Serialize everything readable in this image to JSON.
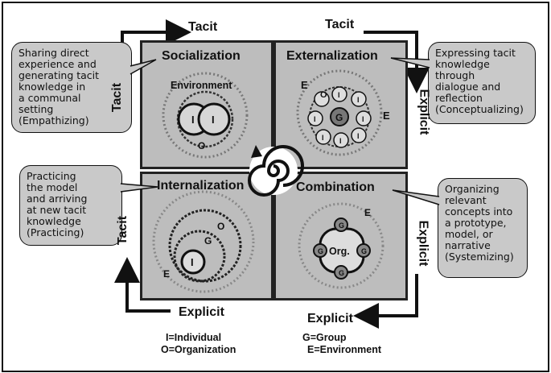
{
  "quadrants": {
    "socialization": {
      "title": "Socialization",
      "environment": "Environment",
      "i1": "I",
      "i2": "I",
      "o": "O"
    },
    "externalization": {
      "title": "Externalization",
      "e1": "E",
      "e2": "E",
      "o": "O",
      "g": "G",
      "i": "I"
    },
    "internalization": {
      "title": "Internalization",
      "o": "O",
      "g": "G",
      "i": "I",
      "e": "E"
    },
    "combination": {
      "title": "Combination",
      "e": "E",
      "org": "Org.",
      "g": "G"
    }
  },
  "callouts": {
    "socialization": [
      "Sharing direct",
      "experience and",
      "generating tacit",
      "knowledge in",
      "a communal",
      "setting",
      "(Empathizing)"
    ],
    "externalization": [
      "Expressing tacit",
      "knowledge",
      "through",
      "dialogue and",
      "reflection",
      "(Conceptualizing)"
    ],
    "internalization": [
      "Practicing",
      "the model",
      "and arriving",
      "at new tacit",
      "knowledge",
      "(Practicing)"
    ],
    "combination": [
      "Organizing",
      "relevant",
      "concepts into",
      "a prototype,",
      "model, or",
      "narrative",
      "(Systemizing)"
    ]
  },
  "arrows": {
    "top_left": "Tacit",
    "top_right": "Tacit",
    "left_upper": "Tacit",
    "left_lower": "Tacit",
    "right_upper": "Explicit",
    "right_lower": "Explicit",
    "bottom_left": "Explicit",
    "bottom_right": "Explicit"
  },
  "legend": {
    "left": [
      "I=Individual",
      "O=Organization"
    ],
    "right": [
      "G=Group",
      "E=Environment"
    ]
  }
}
